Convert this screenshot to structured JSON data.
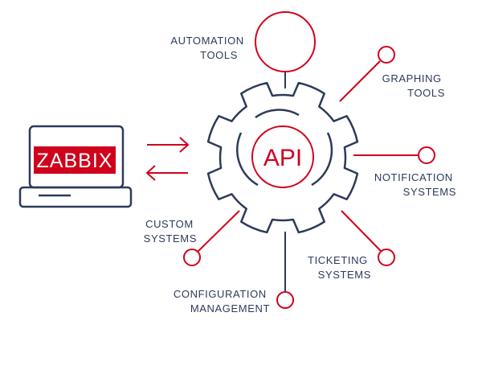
{
  "center": {
    "label": "API"
  },
  "client": {
    "brand": "ZABBIX"
  },
  "colors": {
    "accent": "#d0021b",
    "line": "#2c3a5a"
  },
  "integrations": [
    {
      "id": "automation-tools",
      "lines": [
        "AUTOMATION",
        "TOOLS"
      ]
    },
    {
      "id": "graphing-tools",
      "lines": [
        "GRAPHING",
        "TOOLS"
      ]
    },
    {
      "id": "notification-systems",
      "lines": [
        "NOTIFICATION",
        "SYSTEMS"
      ]
    },
    {
      "id": "ticketing-systems",
      "lines": [
        "TICKETING",
        "SYSTEMS"
      ]
    },
    {
      "id": "configuration-management",
      "lines": [
        "CONFIGURATION",
        "MANAGEMENT"
      ]
    },
    {
      "id": "custom-systems",
      "lines": [
        "CUSTOM",
        "SYSTEMS"
      ]
    }
  ]
}
